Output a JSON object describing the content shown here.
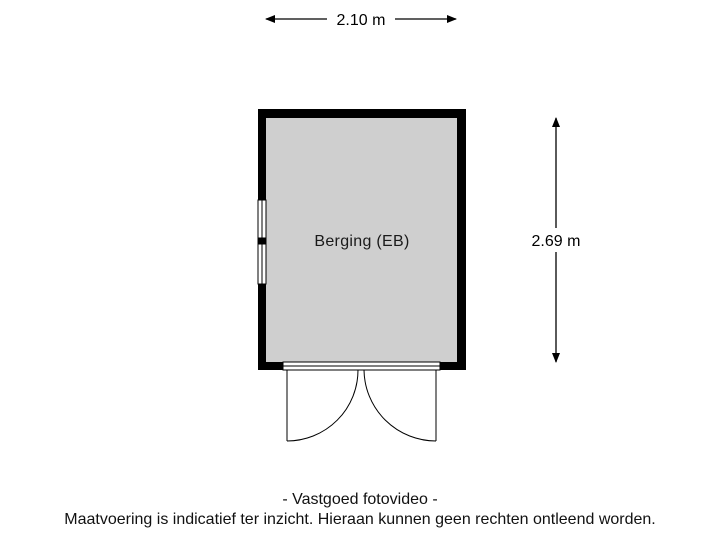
{
  "floorplan": {
    "room_label": "Berging (EB)",
    "width_dimension": "2.10 m",
    "height_dimension": "2.69 m",
    "floor_color": "#cfcfcf",
    "wall_color": "#000000"
  },
  "footer": {
    "credit": "- Vastgoed fotovideo -",
    "disclaimer": "Maatvoering is indicatief ter inzicht. Hieraan kunnen geen rechten ontleend worden."
  }
}
